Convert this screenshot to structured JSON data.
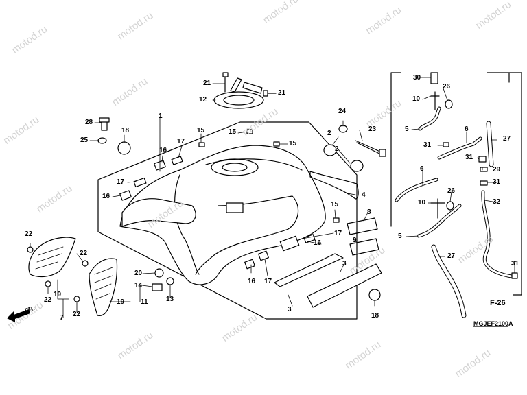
{
  "watermark": "motod.ru",
  "diagram_code": "MGJEF2100A",
  "page_ref": "F-26",
  "front_marker": "FR.",
  "callouts": [
    "21",
    "21",
    "12",
    "28",
    "18",
    "25",
    "1",
    "15",
    "15",
    "15",
    "16",
    "17",
    "17",
    "16",
    "2",
    "2",
    "24",
    "23",
    "4",
    "15",
    "8",
    "9",
    "16",
    "17",
    "3",
    "3",
    "18",
    "16",
    "17",
    "20",
    "14",
    "13",
    "22",
    "22",
    "22",
    "22",
    "19",
    "7",
    "19",
    "11",
    "30",
    "26",
    "10",
    "5",
    "6",
    "27",
    "31",
    "31",
    "6",
    "29",
    "31",
    "26",
    "10",
    "32",
    "5",
    "27",
    "31"
  ]
}
